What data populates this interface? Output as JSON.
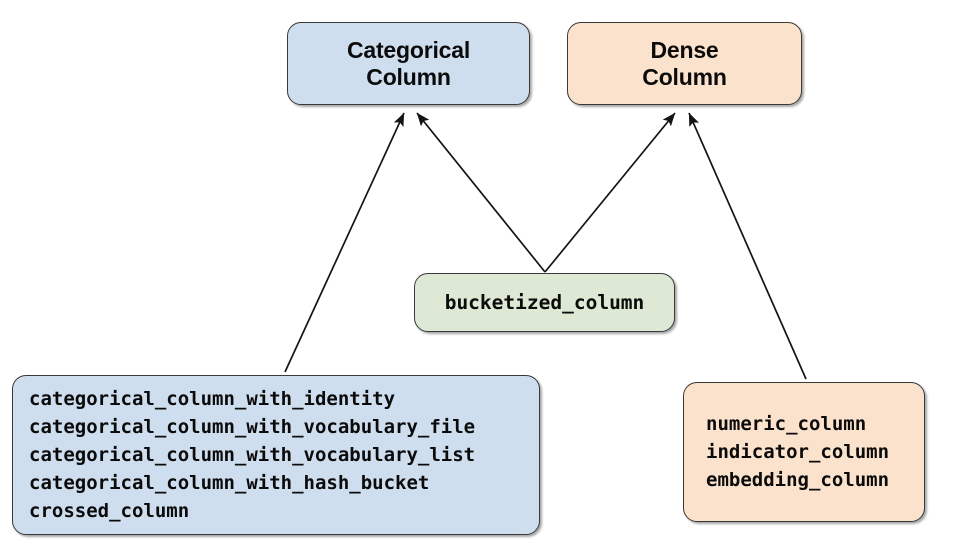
{
  "diagram": {
    "type": "hierarchy",
    "nodes": {
      "categorical_column": {
        "label_line1": "Categorical",
        "label_line2": "Column",
        "color": "#cfdeee"
      },
      "dense_column": {
        "label_line1": "Dense",
        "label_line2": "Column",
        "color": "#fbe2cc"
      },
      "bucketized_column": {
        "label": "bucketized_column",
        "color": "#dde9d4"
      },
      "categorical_list": {
        "color": "#cfdeee",
        "items": [
          "categorical_column_with_identity",
          "categorical_column_with_vocabulary_file",
          "categorical_column_with_vocabulary_list",
          "categorical_column_with_hash_bucket",
          "crossed_column"
        ]
      },
      "dense_list": {
        "color": "#fbe2cc",
        "items": [
          "numeric_column",
          "indicator_column",
          "embedding_column"
        ]
      }
    },
    "edges": [
      {
        "from": "categorical_list",
        "to": "categorical_column"
      },
      {
        "from": "bucketized_column",
        "to": "categorical_column"
      },
      {
        "from": "bucketized_column",
        "to": "dense_column"
      },
      {
        "from": "dense_list",
        "to": "dense_column"
      }
    ]
  }
}
